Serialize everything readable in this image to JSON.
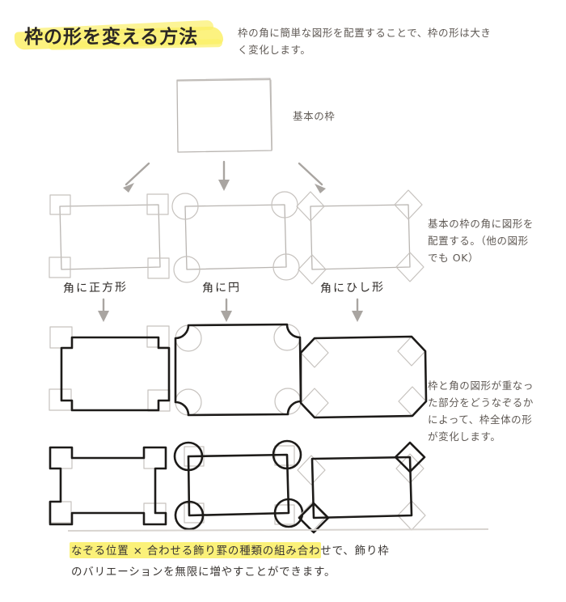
{
  "page": {
    "title": "枠の形を変える方法",
    "background_color": "#ffffff",
    "highlight_color": "#fbf06a",
    "ink_color": "#1d1b19",
    "pencil_color": "#b9b5b1"
  },
  "lead_text": "枠の角に簡単な図形を配置することで、枠の形は大き\nく変化します。",
  "labels": {
    "basic_frame": "基本の枠",
    "corner_square": "角に正方形",
    "corner_circle": "角に円",
    "corner_diamond": "角にひし形"
  },
  "notes": {
    "corner_placement": "基本の枠の角に図形を\n配置する。（他の図形\nでも OK）",
    "overlap_trace": "枠と角の図形が重なっ\nた部分をどうなぞるか\nによって、枠全体の形\nが変化します。"
  },
  "footer": {
    "highlighted": "なぞる位置 × 合わせる飾り罫の種類",
    "text": "なぞる位置 × 合わせる飾り罫の種類の組み合わせで、飾り枠\nのバリエーションを無限に増やすことができます。"
  },
  "diagram": {
    "row0": {
      "name": "basic-frame",
      "shape": "plain-rectangle"
    },
    "arrows_row0": [
      "arrow-diagonal-left",
      "arrow-down",
      "arrow-diagonal-right"
    ],
    "row1": [
      {
        "name": "frame-with-corner-squares",
        "corner_shape": "square"
      },
      {
        "name": "frame-with-corner-circles",
        "corner_shape": "circle"
      },
      {
        "name": "frame-with-corner-diamonds",
        "corner_shape": "diamond"
      }
    ],
    "arrows_row1": [
      "arrow-down",
      "arrow-down",
      "arrow-down"
    ],
    "row2": [
      {
        "name": "traced-frame-notched",
        "result": "inset-stepped-corners"
      },
      {
        "name": "traced-frame-rounded",
        "result": "rounded-corners"
      },
      {
        "name": "traced-frame-octagon",
        "result": "chamfered-corners"
      }
    ],
    "row3": [
      {
        "name": "traced-frame-outset-squares",
        "result": "outward-stepped-corners"
      },
      {
        "name": "traced-frame-full-circles",
        "result": "circles-at-corners"
      },
      {
        "name": "traced-frame-two-diamonds",
        "result": "diamonds-on-two-corners"
      }
    ]
  }
}
